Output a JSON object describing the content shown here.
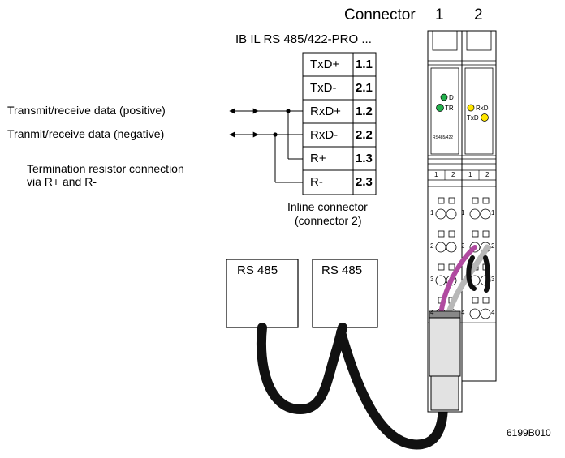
{
  "header": {
    "connector_label": "Connector",
    "connector_1": "1",
    "connector_2": "2",
    "module_name": "IB IL RS 485/422-PRO ..."
  },
  "terminal_table": {
    "rows": [
      {
        "signal": "TxD+",
        "pin": "1.1"
      },
      {
        "signal": "TxD-",
        "pin": "2.1"
      },
      {
        "signal": "RxD+",
        "pin": "1.2"
      },
      {
        "signal": "RxD-",
        "pin": "2.2"
      },
      {
        "signal": "R+",
        "pin": "1.3"
      },
      {
        "signal": "R-",
        "pin": "2.3"
      }
    ],
    "caption_line1": "Inline connector",
    "caption_line2": "(connector 2)"
  },
  "signals": {
    "positive": "Transmit/receive data (positive)",
    "negative": "Tranmit/receive data (negative)",
    "termination_line1": "Termination resistor connection",
    "termination_line2": "via R+ and R-"
  },
  "devices": [
    {
      "label": "RS 485"
    },
    {
      "label": "RS 485"
    }
  ],
  "module": {
    "left_led_label": "TR",
    "left_led_small": "D",
    "right_led_top": "RxD",
    "right_led_bottom": "TxD",
    "model_small": "RS485/422",
    "terminal_num_1": "1",
    "terminal_num_2": "2",
    "pin_numbers": [
      "1",
      "2",
      "3",
      "4"
    ]
  },
  "figure_id": "6199B010",
  "colors": {
    "led_green": "#22b14c",
    "led_yellow": "#ffe600",
    "wire_magenta": "#b04aa0",
    "wire_gray": "#b8b8b8",
    "cable_black": "#111111",
    "module_gray": "#e2e2e2"
  }
}
